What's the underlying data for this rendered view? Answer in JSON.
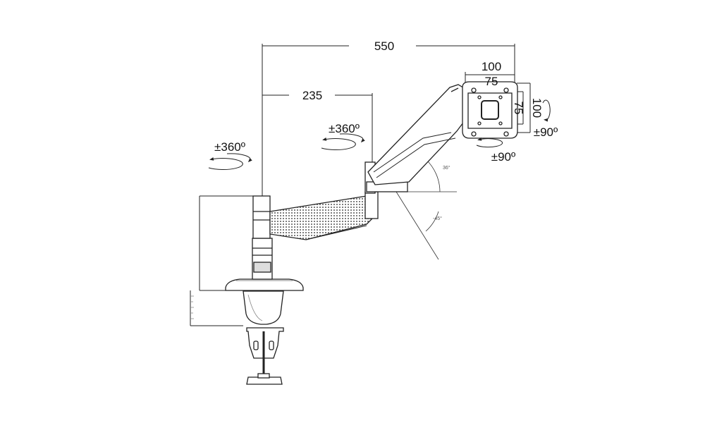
{
  "dimensions": {
    "total_reach": "550",
    "lower_arm_length": "235",
    "vesa_outer_width": "100",
    "vesa_inner_width": "75",
    "vesa_outer_height": "100",
    "vesa_inner_height": "75"
  },
  "rotations": {
    "base_swivel": "±360º",
    "elbow_swivel": "±360º",
    "head_tilt": "±90º",
    "head_rotate": "±90º"
  }
}
